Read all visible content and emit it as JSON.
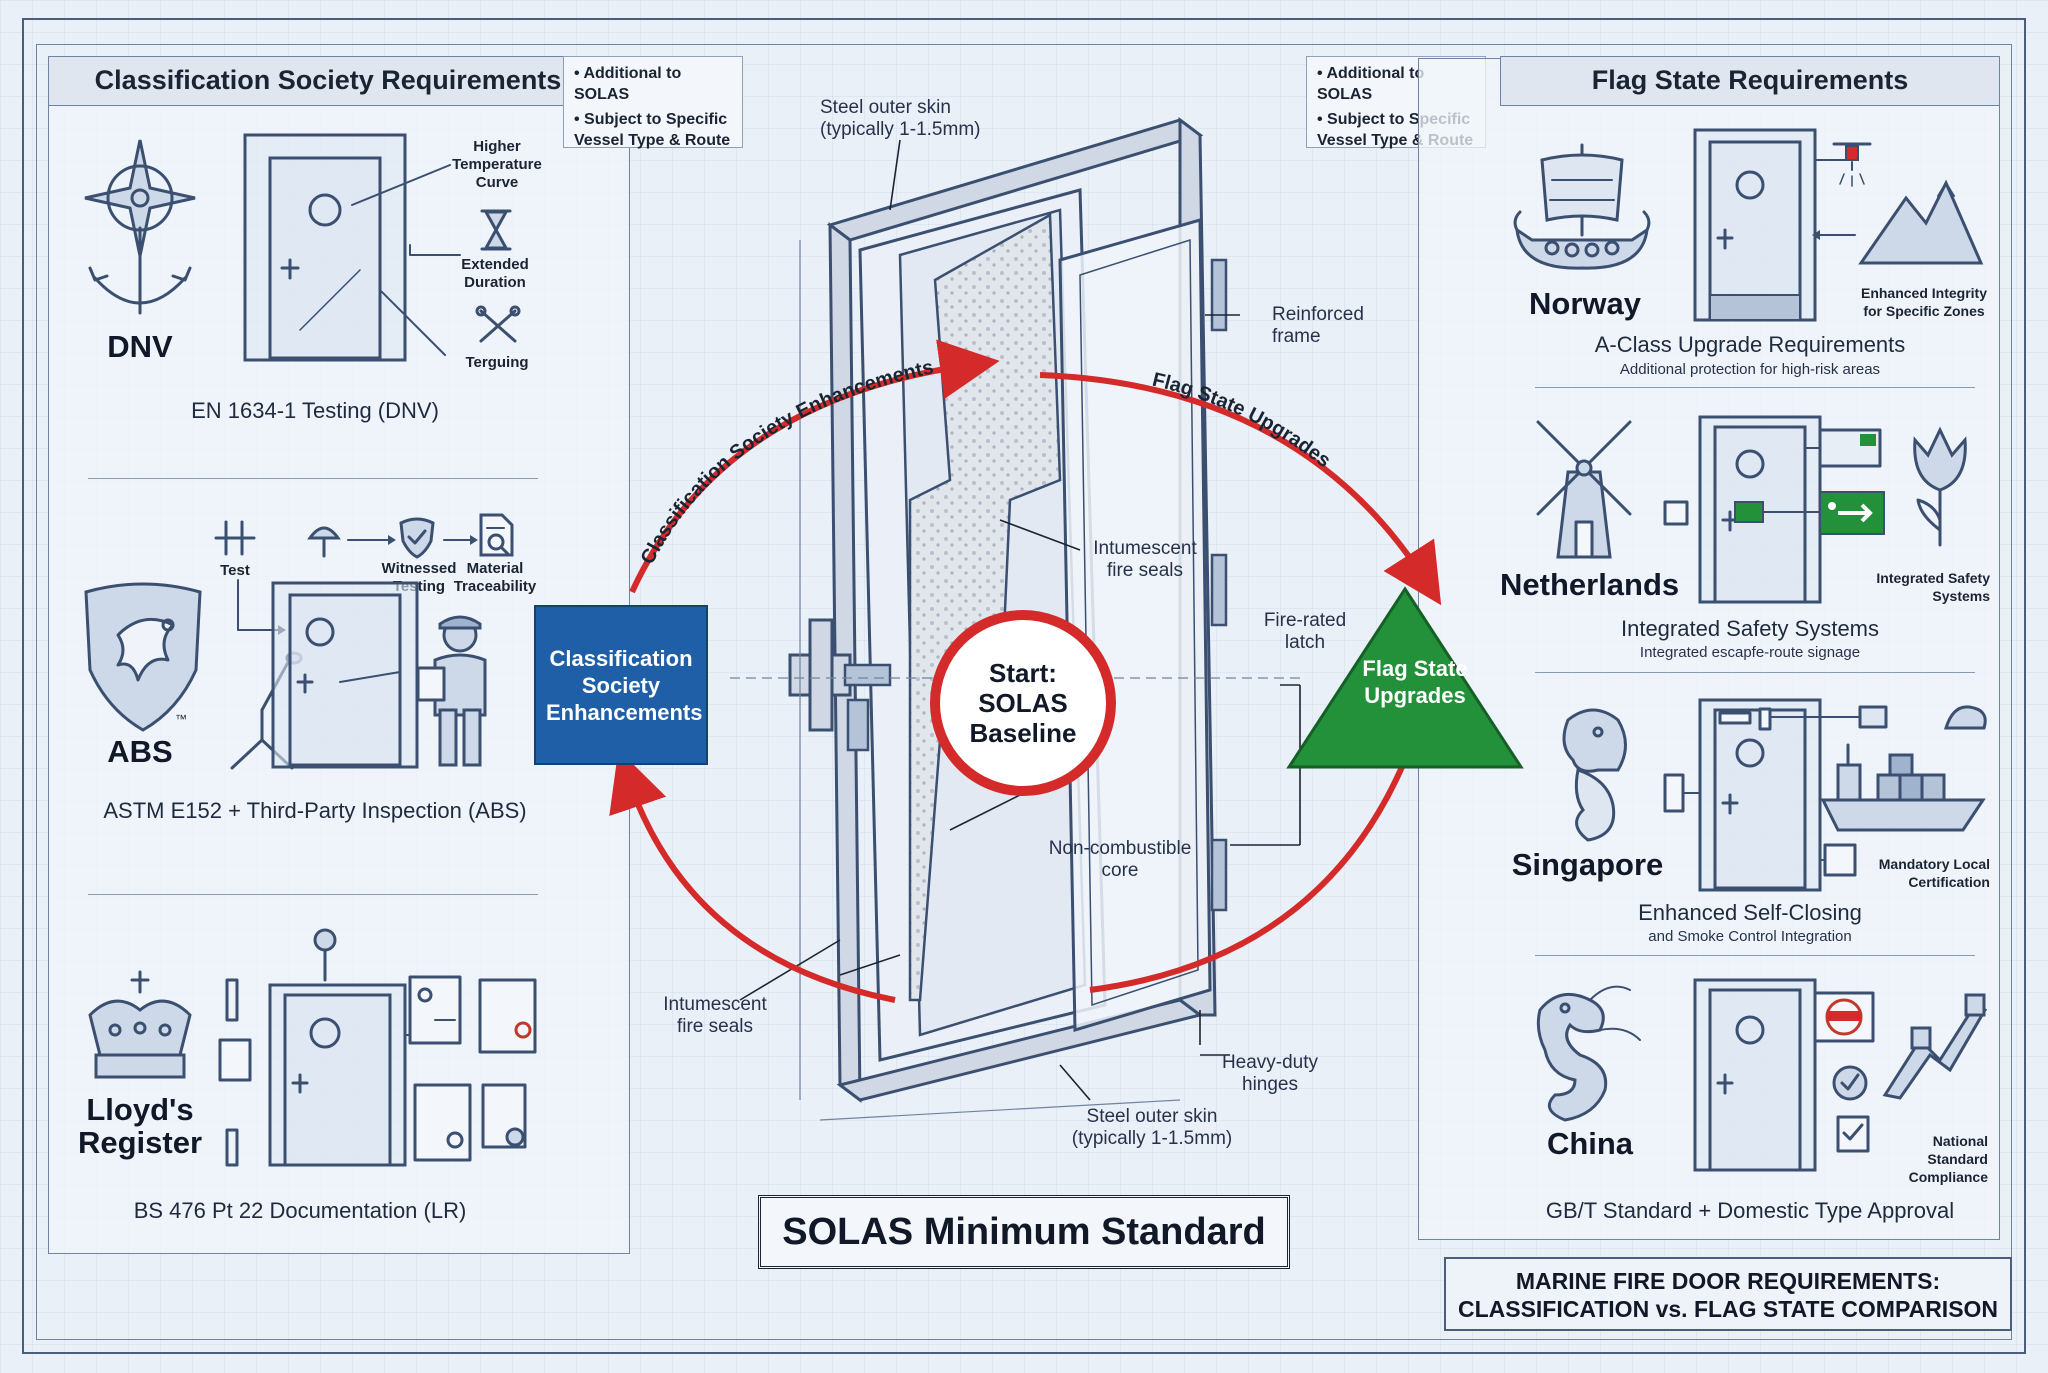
{
  "left_panel": {
    "title": "Classification Society Requirements",
    "dnv": {
      "name": "DNV",
      "callouts": [
        "Higher Temperature Curve",
        "Extended Duration",
        "Terguing"
      ],
      "caption": "EN 1634-1 Testing (DNV)"
    },
    "abs": {
      "name": "ABS",
      "tm": "™",
      "callouts": [
        "Test",
        "Witnessed Testing",
        "Material Traceability"
      ],
      "caption": "ASTM E152 + Third-Party Inspection (ABS)"
    },
    "lr": {
      "name": "Lloyd's Register",
      "caption": "BS 476 Pt 22 Documentation (LR)"
    }
  },
  "note_left": [
    "Additional to SOLAS",
    "Subject to Specific Vessel Type & Route"
  ],
  "note_right": [
    "Additional to SOLAS",
    "Subject to Specific Vessel Type & Route"
  ],
  "center": {
    "labels": {
      "steel_top": "Steel outer skin (typically 1-1.5mm)",
      "frame": "Reinforced frame",
      "seals_upper": "Intumescent fire seals",
      "latch": "Fire-rated latch",
      "core": "Non-combustible core",
      "seals_lower": "Intumescent fire seals",
      "hinges": "Heavy-duty hinges",
      "steel_bottom": "Steel outer skin (typically 1-1.5mm)"
    },
    "arc_left": "Classification Society Enhancements",
    "arc_right": "Flag State Upgrades",
    "box_left": "Classification Society Enhancements",
    "start": "Start: SOLAS Baseline",
    "triangle": "Flag State Upgrades",
    "bottom_title": "SOLAS Minimum Standard"
  },
  "right_panel": {
    "title": "Flag State Requirements",
    "norway": {
      "name": "Norway",
      "callout": "Enhanced Integrity for Specific Zones",
      "caption": "A-Class Upgrade Requirements",
      "sub": "Additional protection for high-risk areas"
    },
    "netherlands": {
      "name": "Netherlands",
      "callout": "Integrated Safety Systems",
      "caption": "Integrated Safety Systems",
      "sub": "Integrated escapfe-route signage"
    },
    "singapore": {
      "name": "Singapore",
      "callout": "Mandatory Local Certification",
      "caption": "Enhanced Self-Closing",
      "sub": "and Smoke Control Integration"
    },
    "china": {
      "name": "China",
      "callout": "National Standard Compliance",
      "caption": "GB/T Standard + Domestic Type Approval"
    }
  },
  "footer": [
    "MARINE FIRE DOOR REQUIREMENTS:",
    "CLASSIFICATION vs. FLAG STATE COMPARISON"
  ],
  "colors": {
    "red": "#d42a2a",
    "blue": "#1f5fa8",
    "green": "#23913a",
    "line": "#3b4f70"
  }
}
